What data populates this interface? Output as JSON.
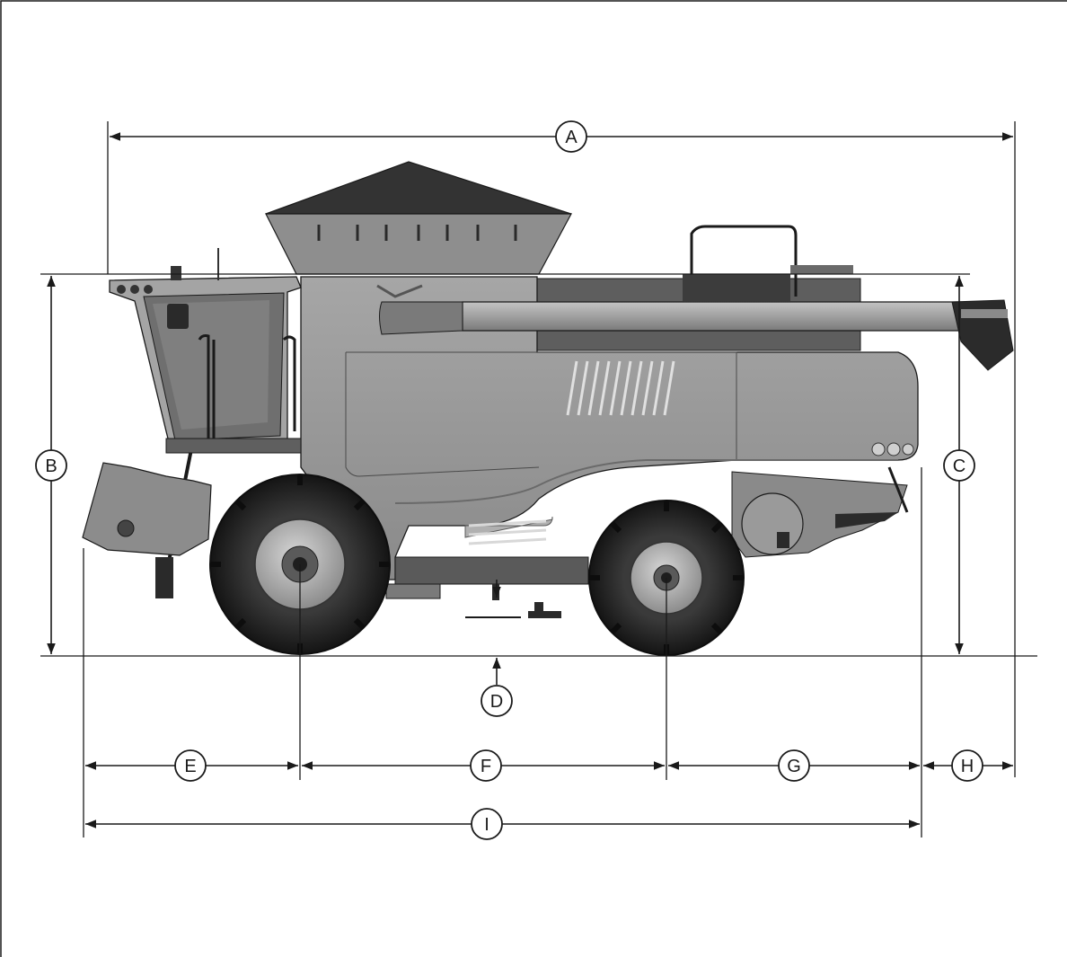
{
  "dimension_labels": {
    "A": "A",
    "B": "B",
    "C": "C",
    "D": "D",
    "E": "E",
    "F": "F",
    "G": "G",
    "H": "H",
    "I": "I"
  },
  "colors": {
    "line": "#1a1a1a",
    "body_light": "#9a9a9a",
    "body_mid": "#7d7d7d",
    "body_dark": "#555555",
    "tire": "#2a2a2a",
    "tank_top": "#3a3a3a"
  },
  "illustration": {
    "subject": "combine-harvester-side-view",
    "icon": "combine-harvester-icon"
  }
}
